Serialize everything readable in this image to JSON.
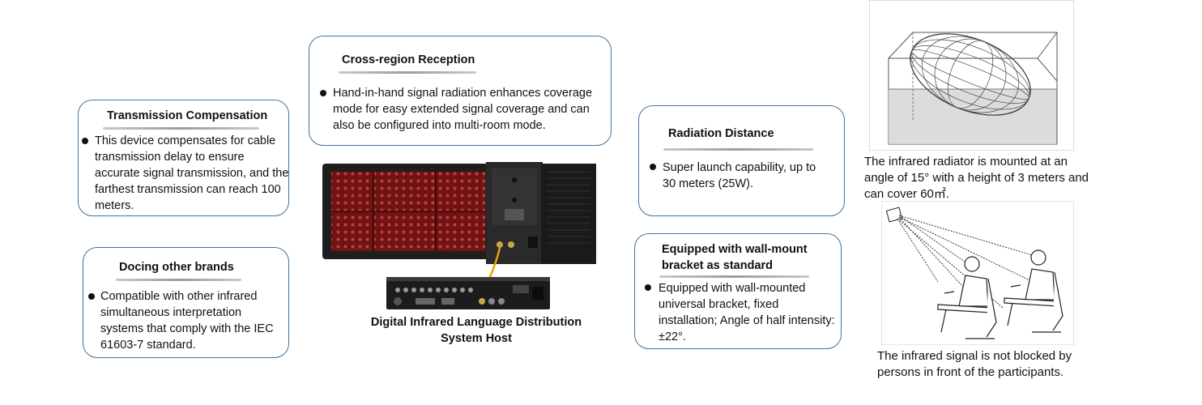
{
  "cards": {
    "transmission": {
      "title": "Transmission Compensation",
      "text": "This device compensates for cable transmission delay to ensure accurate signal transmission, and the farthest transmission can reach 100 meters."
    },
    "docing": {
      "title": "Docing other brands",
      "text": "Compatible with other infrared simultaneous interpretation systems that comply with the IEC 61603-7 standard."
    },
    "cross_region": {
      "title": "Cross-region Reception",
      "text": "Hand-in-hand signal radiation enhances coverage mode for easy extended signal coverage and can also be configured into multi-room mode."
    },
    "radiation": {
      "title": "Radiation Distance",
      "text": "Super launch capability, up to 30 meters (25W)."
    },
    "wall_mount": {
      "title": "Equipped with wall-mount bracket as standard",
      "text": "Equipped with wall-mounted universal bracket, fixed installation; Angle of half intensity: ±22°."
    }
  },
  "product": {
    "caption": "Digital Infrared Language Distribution System Host"
  },
  "figures": {
    "radiator_caption": "The infrared radiator is mounted at an angle of 15° with a height of 3 meters and can cover 60㎡.",
    "signal_caption": "The infrared signal is not blocked by persons in front of the participants."
  },
  "colors": {
    "card_border": "#44729a",
    "radiator_panel": "#8a1d1d",
    "cable": "#e8a400"
  }
}
